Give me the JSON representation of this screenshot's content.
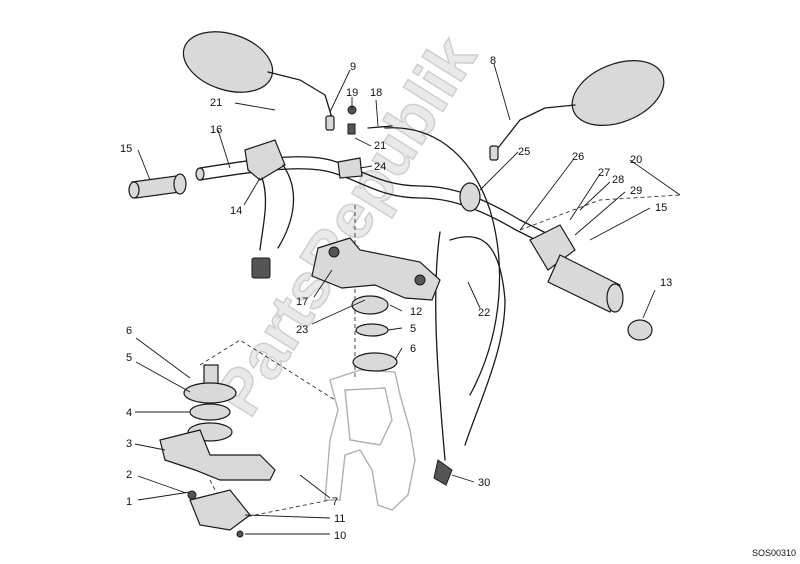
{
  "watermark": "PartsRepublik",
  "reference_code": "SOS00310",
  "callouts": {
    "c1": "1",
    "c2": "2",
    "c3": "3",
    "c4": "4",
    "c5a": "5",
    "c5b": "5",
    "c6a": "6",
    "c6b": "6",
    "c7": "7",
    "c8": "8",
    "c9": "9",
    "c10": "10",
    "c11": "11",
    "c12": "12",
    "c13": "13",
    "c14": "14",
    "c15a": "15",
    "c15b": "15",
    "c16": "16",
    "c17": "17",
    "c18": "18",
    "c19": "19",
    "c20": "20",
    "c21a": "21",
    "c21b": "21",
    "c22": "22",
    "c23": "23",
    "c24": "24",
    "c25": "25",
    "c26": "26",
    "c27": "27",
    "c28": "28",
    "c29": "29",
    "c30": "30"
  }
}
